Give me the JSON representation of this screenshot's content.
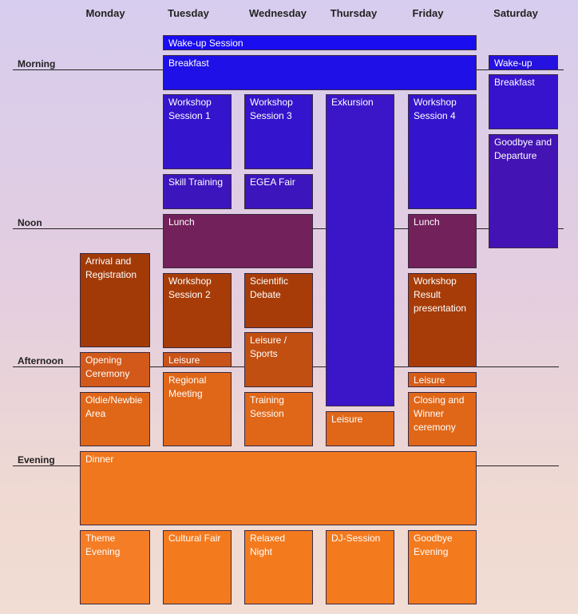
{
  "days": [
    "Monday",
    "Tuesday",
    "Wednesday",
    "Thursday",
    "Friday",
    "Saturday"
  ],
  "times": [
    "Morning",
    "Noon",
    "Afternoon",
    "Evening"
  ],
  "blocks": {
    "wakeup_session": "Wake-up Session",
    "breakfast_main": "Breakfast",
    "wakeup_sat": "Wake-up",
    "breakfast_sat": "Breakfast",
    "goodbye_departure": "Goodbye and Departure",
    "workshop1": "Workshop Session 1",
    "workshop3": "Workshop Session 3",
    "exkursion": "Exkursion",
    "workshop4": "Workshop Session 4",
    "skill_training": "Skill Training",
    "egea_fair": "EGEA Fair",
    "lunch_tw": "Lunch",
    "lunch_fri": "Lunch",
    "arrival": "Arrival and Registration",
    "workshop2": "Workshop Session 2",
    "scientific_debate": "Scientific Debate",
    "workshop_result": "Workshop Result presentation",
    "leisure_sports": "Leisure / Sports",
    "opening": "Opening Ceremony",
    "leisure_tue": "Leisure",
    "leisure_fri": "Leisure",
    "regional": "Regional Meeting",
    "oldie": "Oldie/Newbie Area",
    "training": "Training Session",
    "leisure_thu": "Leisure",
    "closing": "Closing and Winner ceremony",
    "dinner": "Dinner",
    "theme": "Theme Evening",
    "cultural": "Cultural Fair",
    "relaxed": "Relaxed Night",
    "dj": "DJ-Session",
    "goodbye_evening": "Goodbye Evening"
  },
  "colors": {
    "blue": "#1a0df0",
    "indigo": "#3b16c4",
    "violet": "#4313b4",
    "plum": "#72215a",
    "rust": "#a23a08",
    "orange_dark": "#c24f12",
    "orange": "#e46a18",
    "orange_light": "#f47a1e"
  }
}
